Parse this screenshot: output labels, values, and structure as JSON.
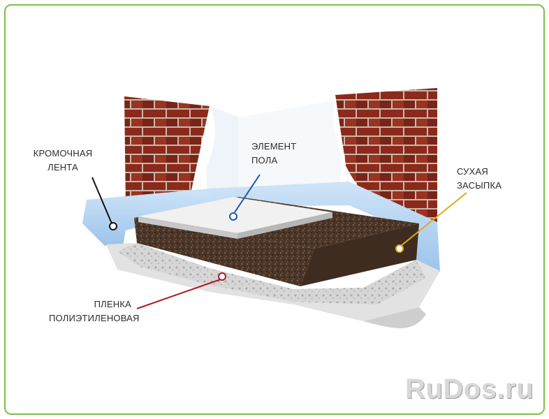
{
  "labels": {
    "edge_tape": {
      "line1": "КРОМОЧНАЯ",
      "line2": "ЛЕНТА"
    },
    "floor_element": {
      "line1": "ЭЛЕМЕНТ",
      "line2": "ПОЛА"
    },
    "dry_backfill": {
      "line1": "СУХАЯ",
      "line2": "ЗАСЫПКА"
    },
    "film": {
      "line1": "ПЛЕНКА",
      "line2": "ПОЛИЭТИЛЕНОВАЯ"
    }
  },
  "watermark": "RuDos.ru",
  "colors": {
    "frame_border": "#7cc04a",
    "brick": "#8b2a1c",
    "mortar": "#c9b9a8",
    "wall_white": "#f2f7fb",
    "edge_tape_blue": "#aed0f0",
    "backfill": "#4a3528",
    "floor_element": "#eeeeee",
    "film": "#d9d9d9",
    "marker_edge_tape": "#111111",
    "marker_floor_element": "#1a56b5",
    "marker_dry_backfill": "#e0a81c",
    "marker_film": "#b01a2a"
  }
}
